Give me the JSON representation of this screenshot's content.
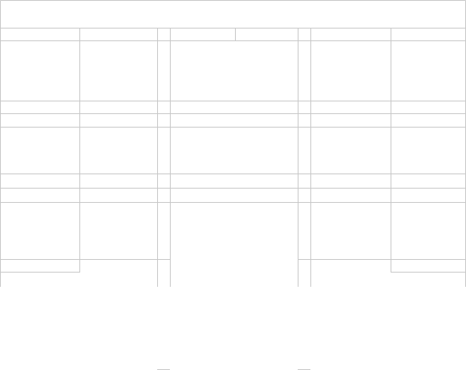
{
  "colors": {
    "background": "#ffffff",
    "line": "#c8c8c8"
  },
  "sections": [
    {
      "name": "header-band"
    },
    {
      "name": "row-group-1"
    },
    {
      "name": "row-group-2"
    },
    {
      "name": "row-group-3"
    }
  ],
  "columns": [
    {
      "name": "column-1"
    },
    {
      "name": "column-2"
    },
    {
      "name": "center-panel"
    },
    {
      "name": "column-4"
    },
    {
      "name": "column-5"
    }
  ]
}
